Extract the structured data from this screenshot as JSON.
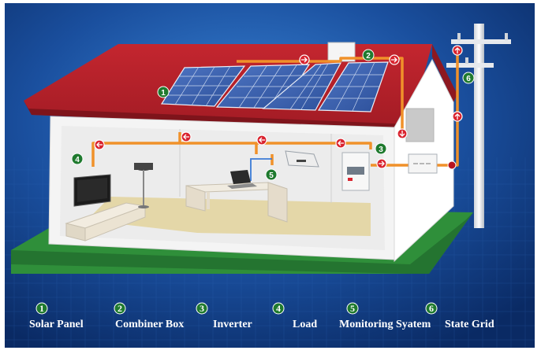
{
  "colors": {
    "background_dark": "#0b2a63",
    "background_light": "#2a6fc4",
    "roof": "#b2202a",
    "wire": "#f0912a",
    "arrow_fill": "#d9232e",
    "badge": "#1f7a2e",
    "grass": "#2f8f3a",
    "house_wall": "#ffffff",
    "floor": "#e4d7a8"
  },
  "legend": [
    {
      "num": "1",
      "label": "Solar Panel"
    },
    {
      "num": "2",
      "label": "Combiner Box"
    },
    {
      "num": "3",
      "label": "Inverter"
    },
    {
      "num": "4",
      "label": "Load"
    },
    {
      "num": "5",
      "label": "Monitoring Syatem"
    },
    {
      "num": "6",
      "label": "State Grid"
    }
  ],
  "markers": {
    "solar_panel": "1",
    "combiner_box": "2",
    "inverter": "3",
    "load": "4",
    "monitoring": "5",
    "grid": "6"
  },
  "icons": {
    "solar_panel": "solar-panel-icon",
    "combiner_box": "combiner-box-icon",
    "inverter": "inverter-icon",
    "tv": "television-icon",
    "lamp": "floor-lamp-icon",
    "laptop": "laptop-icon",
    "desk": "desk-icon",
    "cabinet": "tv-cabinet-icon",
    "meter": "meter-box-icon",
    "pole": "utility-pole-icon",
    "arrow": "flow-arrow-icon"
  }
}
